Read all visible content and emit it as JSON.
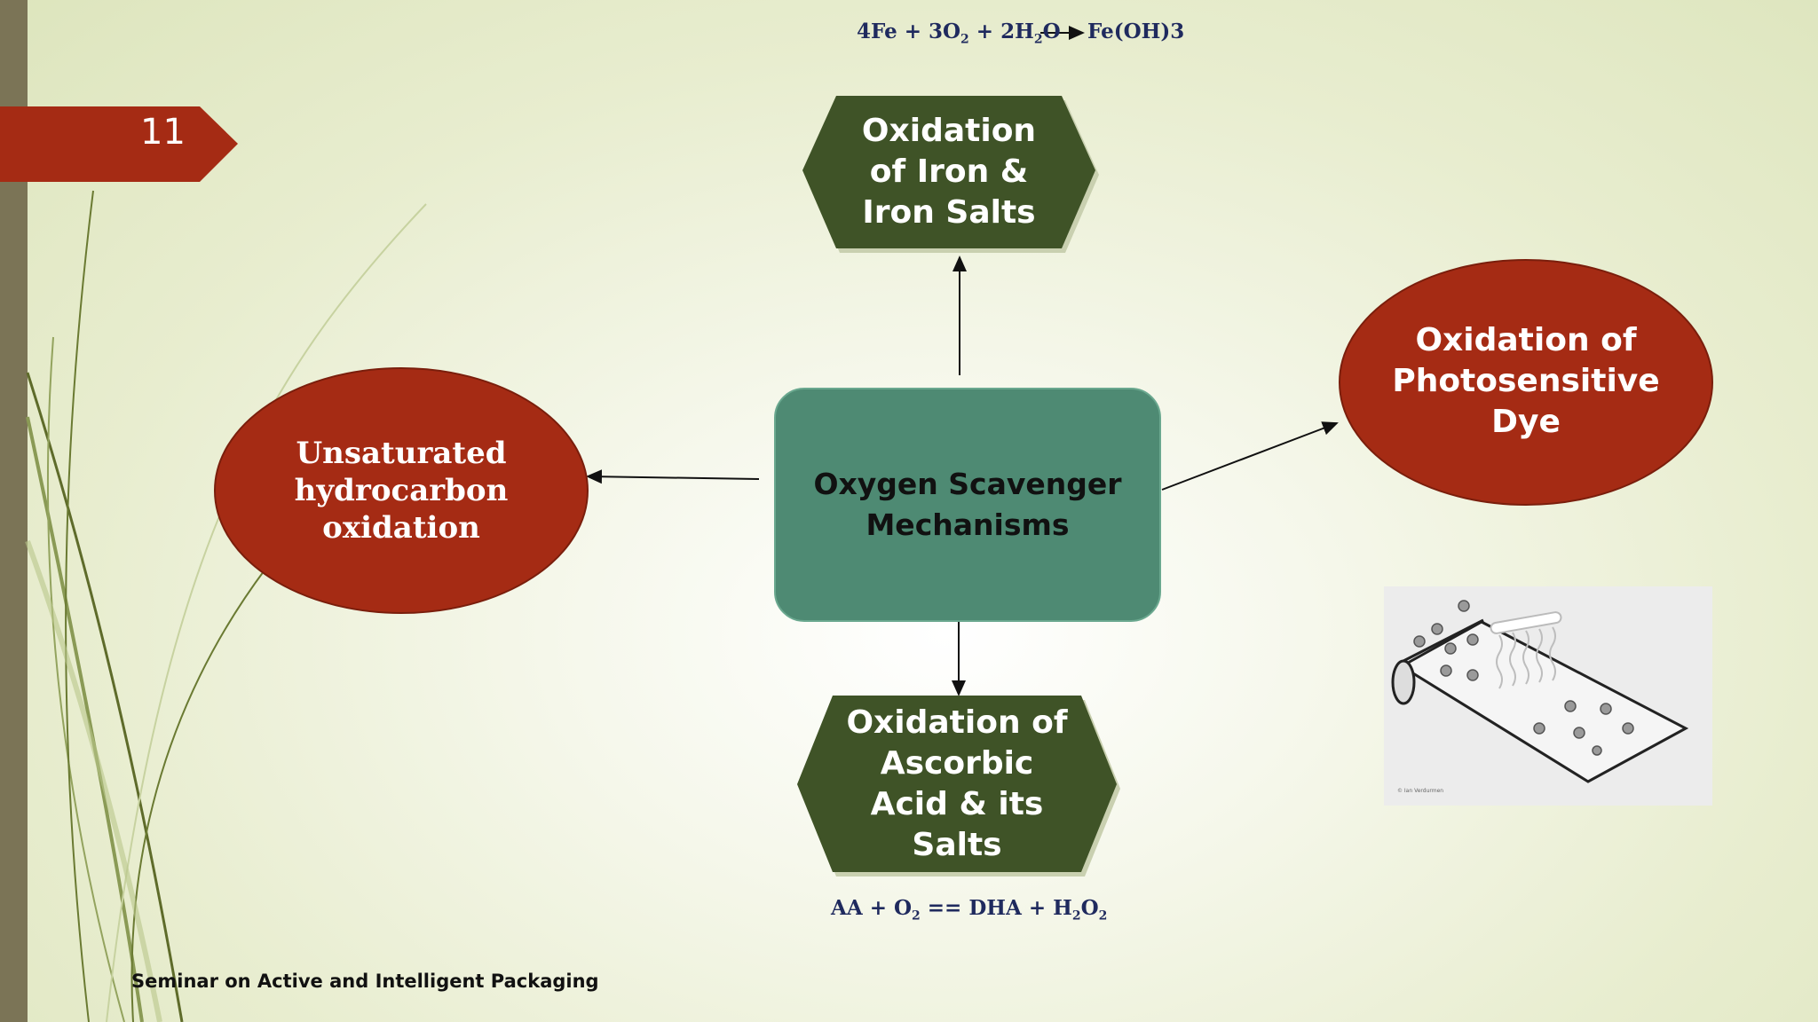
{
  "slide": {
    "number": "11",
    "footer": "Seminar on Active and Intelligent Packaging"
  },
  "colors": {
    "accent_red": "#a52b14",
    "hexagon_green": "#3f5327",
    "center_teal": "#4e8a73",
    "sidebar": "#7b7456",
    "equation_blue": "#1f2a5e"
  },
  "diagram": {
    "center": {
      "label": "Oxygen Scavenger\nMechanisms"
    },
    "top": {
      "label": "Oxidation\nof Iron &\nIron Salts",
      "equation": {
        "lhs_a": "4Fe + 3O",
        "lhs_b": "2",
        "lhs_c": " + 2H",
        "lhs_d": "2",
        "lhs_e": "O",
        "rhs": "Fe(OH)3"
      }
    },
    "bottom": {
      "label": "Oxidation of\nAscorbic\nAcid & its\nSalts",
      "equation": {
        "a": "AA + O",
        "b": "2",
        "c": " ==   DHA + H",
        "d": "2",
        "e": "O",
        "f": "2"
      }
    },
    "left": {
      "label": "Unsaturated\nhydrocarbon\noxidation"
    },
    "right": {
      "label": "Oxidation of\nPhotosensitive\nDye"
    },
    "illustration_caption": "© Ian Verdurmen"
  }
}
